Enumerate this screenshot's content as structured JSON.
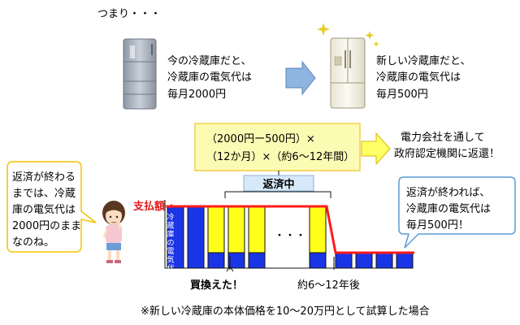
{
  "intro": "つまり・・・",
  "old_fridge": {
    "lines": [
      "今の冷蔵庫だと、",
      "冷蔵庫の電気代は",
      "毎月2000円"
    ]
  },
  "new_fridge": {
    "lines": [
      "新しい冷蔵庫だと、",
      "冷蔵庫の電気代は",
      "毎月500円"
    ]
  },
  "formula": {
    "line1": "（2000円ー500円）×",
    "line2": "（12か月）×（約6～12年間）"
  },
  "refund": {
    "lines": [
      "電力会社を通して",
      "政府認定機関に返還！"
    ]
  },
  "repayment_label": "返済中",
  "payment_label": "支払額⇒",
  "bar_label": "冷蔵庫の電気代",
  "dots": "・・・",
  "left_callout": {
    "lines": [
      "返済が終わる",
      "までは、冷蔵",
      "庫の電気代は",
      "2000円のまま",
      "なのね。"
    ]
  },
  "right_callout": {
    "lines": [
      "返済が終われば、",
      "冷蔵庫の電気代は",
      "毎月500円！"
    ]
  },
  "purchase_label": "買換えた！",
  "years_label": "約6～12年後",
  "footnote": "※新しい冷蔵庫の本体価格を10～20万円として試算した場合",
  "colors": {
    "bar_blue": "#1a35e6",
    "bar_yellow": "#ffff1a",
    "payment_line": "#ff1a1a",
    "formula_fill": "#fcfbb4",
    "formula_border": "#f1cf46",
    "arrow_fill": "#ffff66",
    "arrow_border": "#d8b800",
    "repay_fill": "#d7e9f9",
    "repay_border": "#8aaed3",
    "fridge_arrow": "#8fb4e0"
  },
  "chart_data": {
    "type": "bar",
    "unit": "円/月",
    "phases": [
      {
        "name": "before",
        "bill": 2000,
        "bars": 2
      },
      {
        "name": "repaying",
        "bill_paid": 2000,
        "electricity": 500,
        "repayment": 1500,
        "bars": 4,
        "note": "・・・"
      },
      {
        "name": "after",
        "bill": 500,
        "bars": 4
      }
    ]
  }
}
